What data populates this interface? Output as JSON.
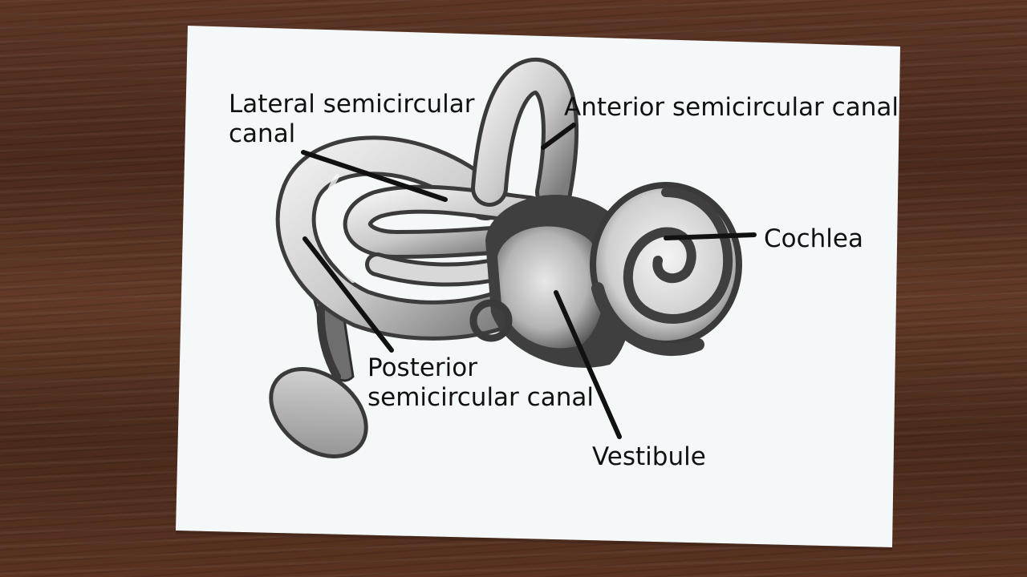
{
  "labels": {
    "lateral": [
      "Lateral semicircular",
      "canal"
    ],
    "anterior": "Anterior semicircular canal",
    "cochlea": "Cochlea",
    "posterior": [
      "Posterior",
      "semicircular canal"
    ],
    "vestibule": "Vestibule"
  },
  "colors": {
    "wood": "#5a3322",
    "paper": "#f5f8f9",
    "pencil_dark": "#3a3a3a",
    "pencil_mid": "#8f8f8f",
    "pencil_light": "#d9d9d9"
  }
}
